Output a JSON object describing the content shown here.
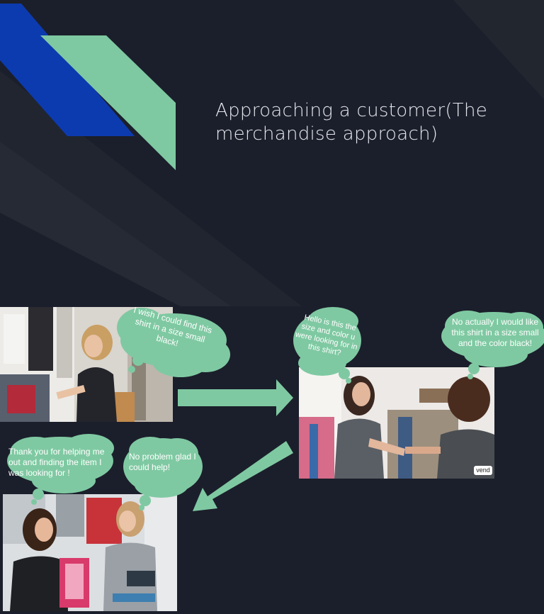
{
  "slide": {
    "title": "Approaching a customer(The\nmerchandise approach)",
    "colors": {
      "background": "#1b1f2b",
      "accent_green": "#7fc9a2",
      "accent_blue": "#0c3bb0",
      "bubble_fill": "#7fc9a2",
      "arrow_fill": "#7fc9a2"
    }
  },
  "bubbles": {
    "customer_wish": "I wish I could find this shirt in a size small black!",
    "associate_question": "Hello is this the size and color u were looking for in this shirt?",
    "customer_reply": "No actually I would like this shirt in a size small and the color black!",
    "customer_thanks": "Thank you for helping me out and finding the item I was looking for !",
    "associate_glad": "No problem glad I could help!"
  },
  "photos": {
    "vend_logo": "vend"
  },
  "icons": [
    "right-arrow-icon",
    "down-left-arrow-icon"
  ]
}
